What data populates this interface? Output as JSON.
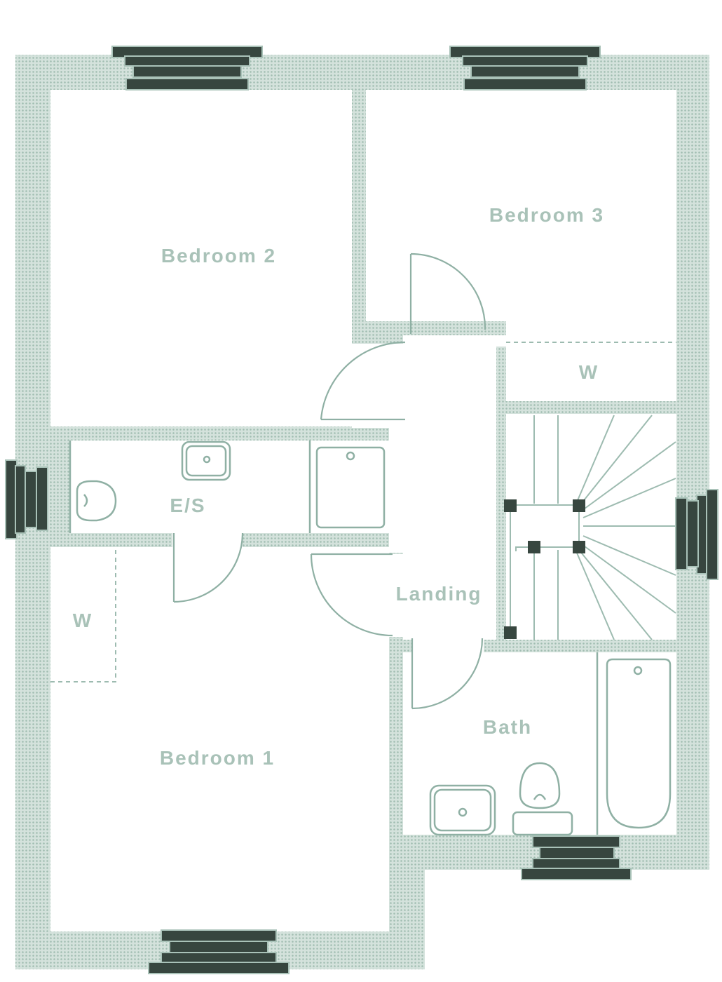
{
  "floor_plan": {
    "rooms": {
      "bedroom_2": "Bedroom 2",
      "bedroom_3": "Bedroom 3",
      "bedroom_3_wardrobe": "W",
      "ensuite": "E/S",
      "bedroom_1_wardrobe": "W",
      "landing": "Landing",
      "bedroom_1": "Bedroom 1",
      "bath": "Bath"
    },
    "colors": {
      "wall_fill": "#c9dad3",
      "wall_dot": "#9fbcb0",
      "fixture_stroke": "#8fb0a4",
      "label": "#a9c2b8",
      "window": "#37463f"
    }
  }
}
